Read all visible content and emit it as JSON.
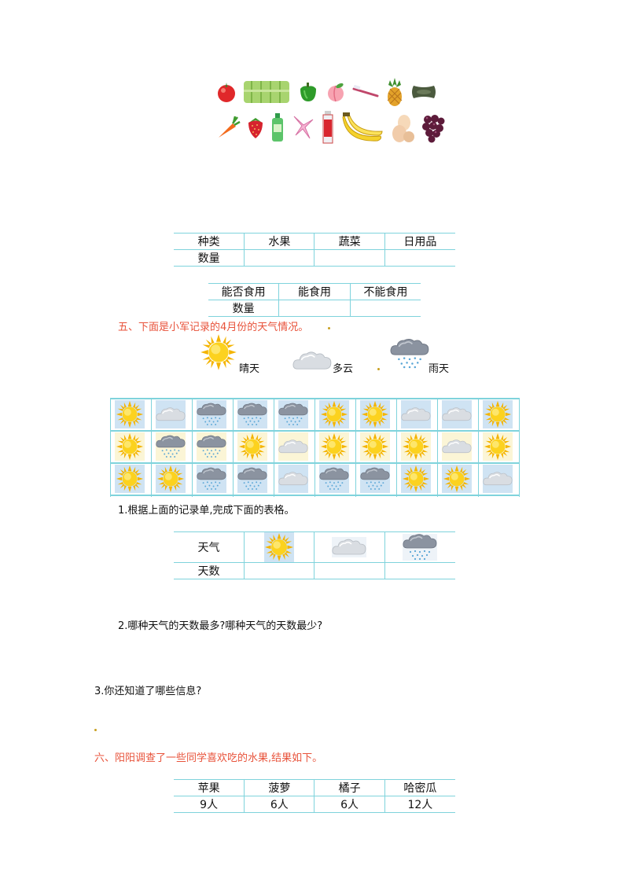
{
  "items_row1": [
    "tomato-icon",
    "towel-icon",
    "pepper-icon",
    "peach-icon",
    "toothbrush-icon",
    "pineapple-icon",
    "soap-icon"
  ],
  "items_row2": [
    "carrot-icon",
    "strawberry-icon",
    "shampoo-icon",
    "candy-icon",
    "toothpaste-icon",
    "banana-icon",
    "egg-icon",
    "grape-icon"
  ],
  "table1": {
    "headers": [
      "种类",
      "水果",
      "蔬菜",
      "日用品"
    ],
    "row_label": "数量"
  },
  "table2": {
    "headers": [
      "能否食用",
      "能食用",
      "不能食用"
    ],
    "row_label": "数量"
  },
  "section5": {
    "title": "五、下面是小军记录的4月份的天气情况。",
    "legend": [
      "晴天",
      "多云",
      "雨天"
    ]
  },
  "weather_grid": [
    [
      "sunny",
      "cloudy",
      "rainy",
      "rainy",
      "rainy",
      "sunny",
      "sunny",
      "cloudy",
      "cloudy",
      "sunny"
    ],
    [
      "sunny",
      "rainy",
      "rainy",
      "sunny",
      "cloudy",
      "sunny",
      "sunny",
      "sunny",
      "cloudy",
      "sunny"
    ],
    [
      "sunny",
      "sunny",
      "rainy",
      "rainy",
      "cloudy",
      "rainy",
      "rainy",
      "sunny",
      "sunny",
      "cloudy"
    ]
  ],
  "q1": "1.根据上面的记录单,完成下面的表格。",
  "table3": {
    "row1_label": "天气",
    "row2_label": "天数",
    "icons": [
      "sun-icon",
      "cloud-icon",
      "rain-cloud-icon"
    ]
  },
  "q2": "2.哪种天气的天数最多?哪种天气的天数最少?",
  "q3": "3.你还知道了哪些信息?",
  "section6": {
    "title": "六、阳阳调查了一些同学喜欢吃的水果,结果如下。",
    "headers": [
      "苹果",
      "菠萝",
      "橘子",
      "哈密瓜"
    ],
    "values": [
      "9人",
      "6人",
      "6人",
      "12人"
    ]
  },
  "colors": {
    "accent_red": "#e8523a",
    "table_line": "#7fd3dc",
    "sun": "#f7c51e"
  }
}
